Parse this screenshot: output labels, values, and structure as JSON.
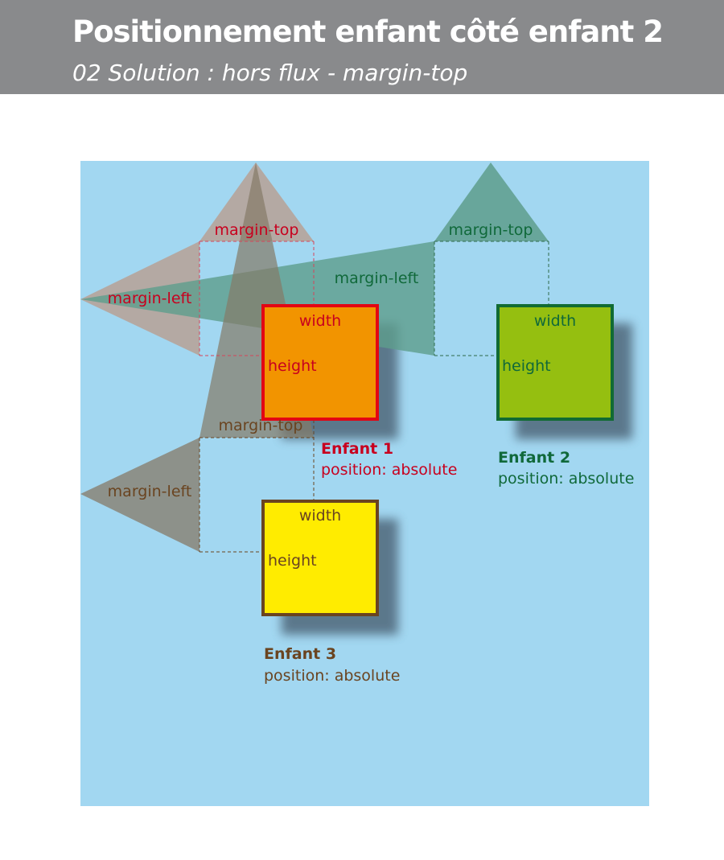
{
  "header": {
    "title": "Positionnement enfant côté enfant 2",
    "subtitle": "02 Solution : hors flux - margin-top"
  },
  "colors": {
    "header_bg": "#898a8c",
    "parent_bg": "#a2d7f1",
    "enfant1_fill": "#f29400",
    "enfant1_border": "#e30613",
    "enfant1_text": "#c8001e",
    "enfant2_fill": "#95bf10",
    "enfant2_border": "#116b33",
    "enfant2_text": "#10693a",
    "enfant3_fill": "#ffec00",
    "enfant3_border": "#6a4420",
    "enfant3_text": "#6a4420",
    "shadow": "#50687a"
  },
  "children": [
    {
      "id": "enfant1",
      "name": "Enfant 1",
      "position": "position: absolute",
      "width_label": "width",
      "height_label": "height",
      "margin_top_label": "margin-top",
      "margin_left_label": "margin-left"
    },
    {
      "id": "enfant2",
      "name": "Enfant 2",
      "position": "position: absolute",
      "width_label": "width",
      "height_label": "height",
      "margin_top_label": "margin-top",
      "margin_left_label": "margin-left"
    },
    {
      "id": "enfant3",
      "name": "Enfant 3",
      "position": "position: absolute",
      "width_label": "width",
      "height_label": "height",
      "margin_top_label": "margin-top",
      "margin_left_label": "margin-left"
    }
  ]
}
